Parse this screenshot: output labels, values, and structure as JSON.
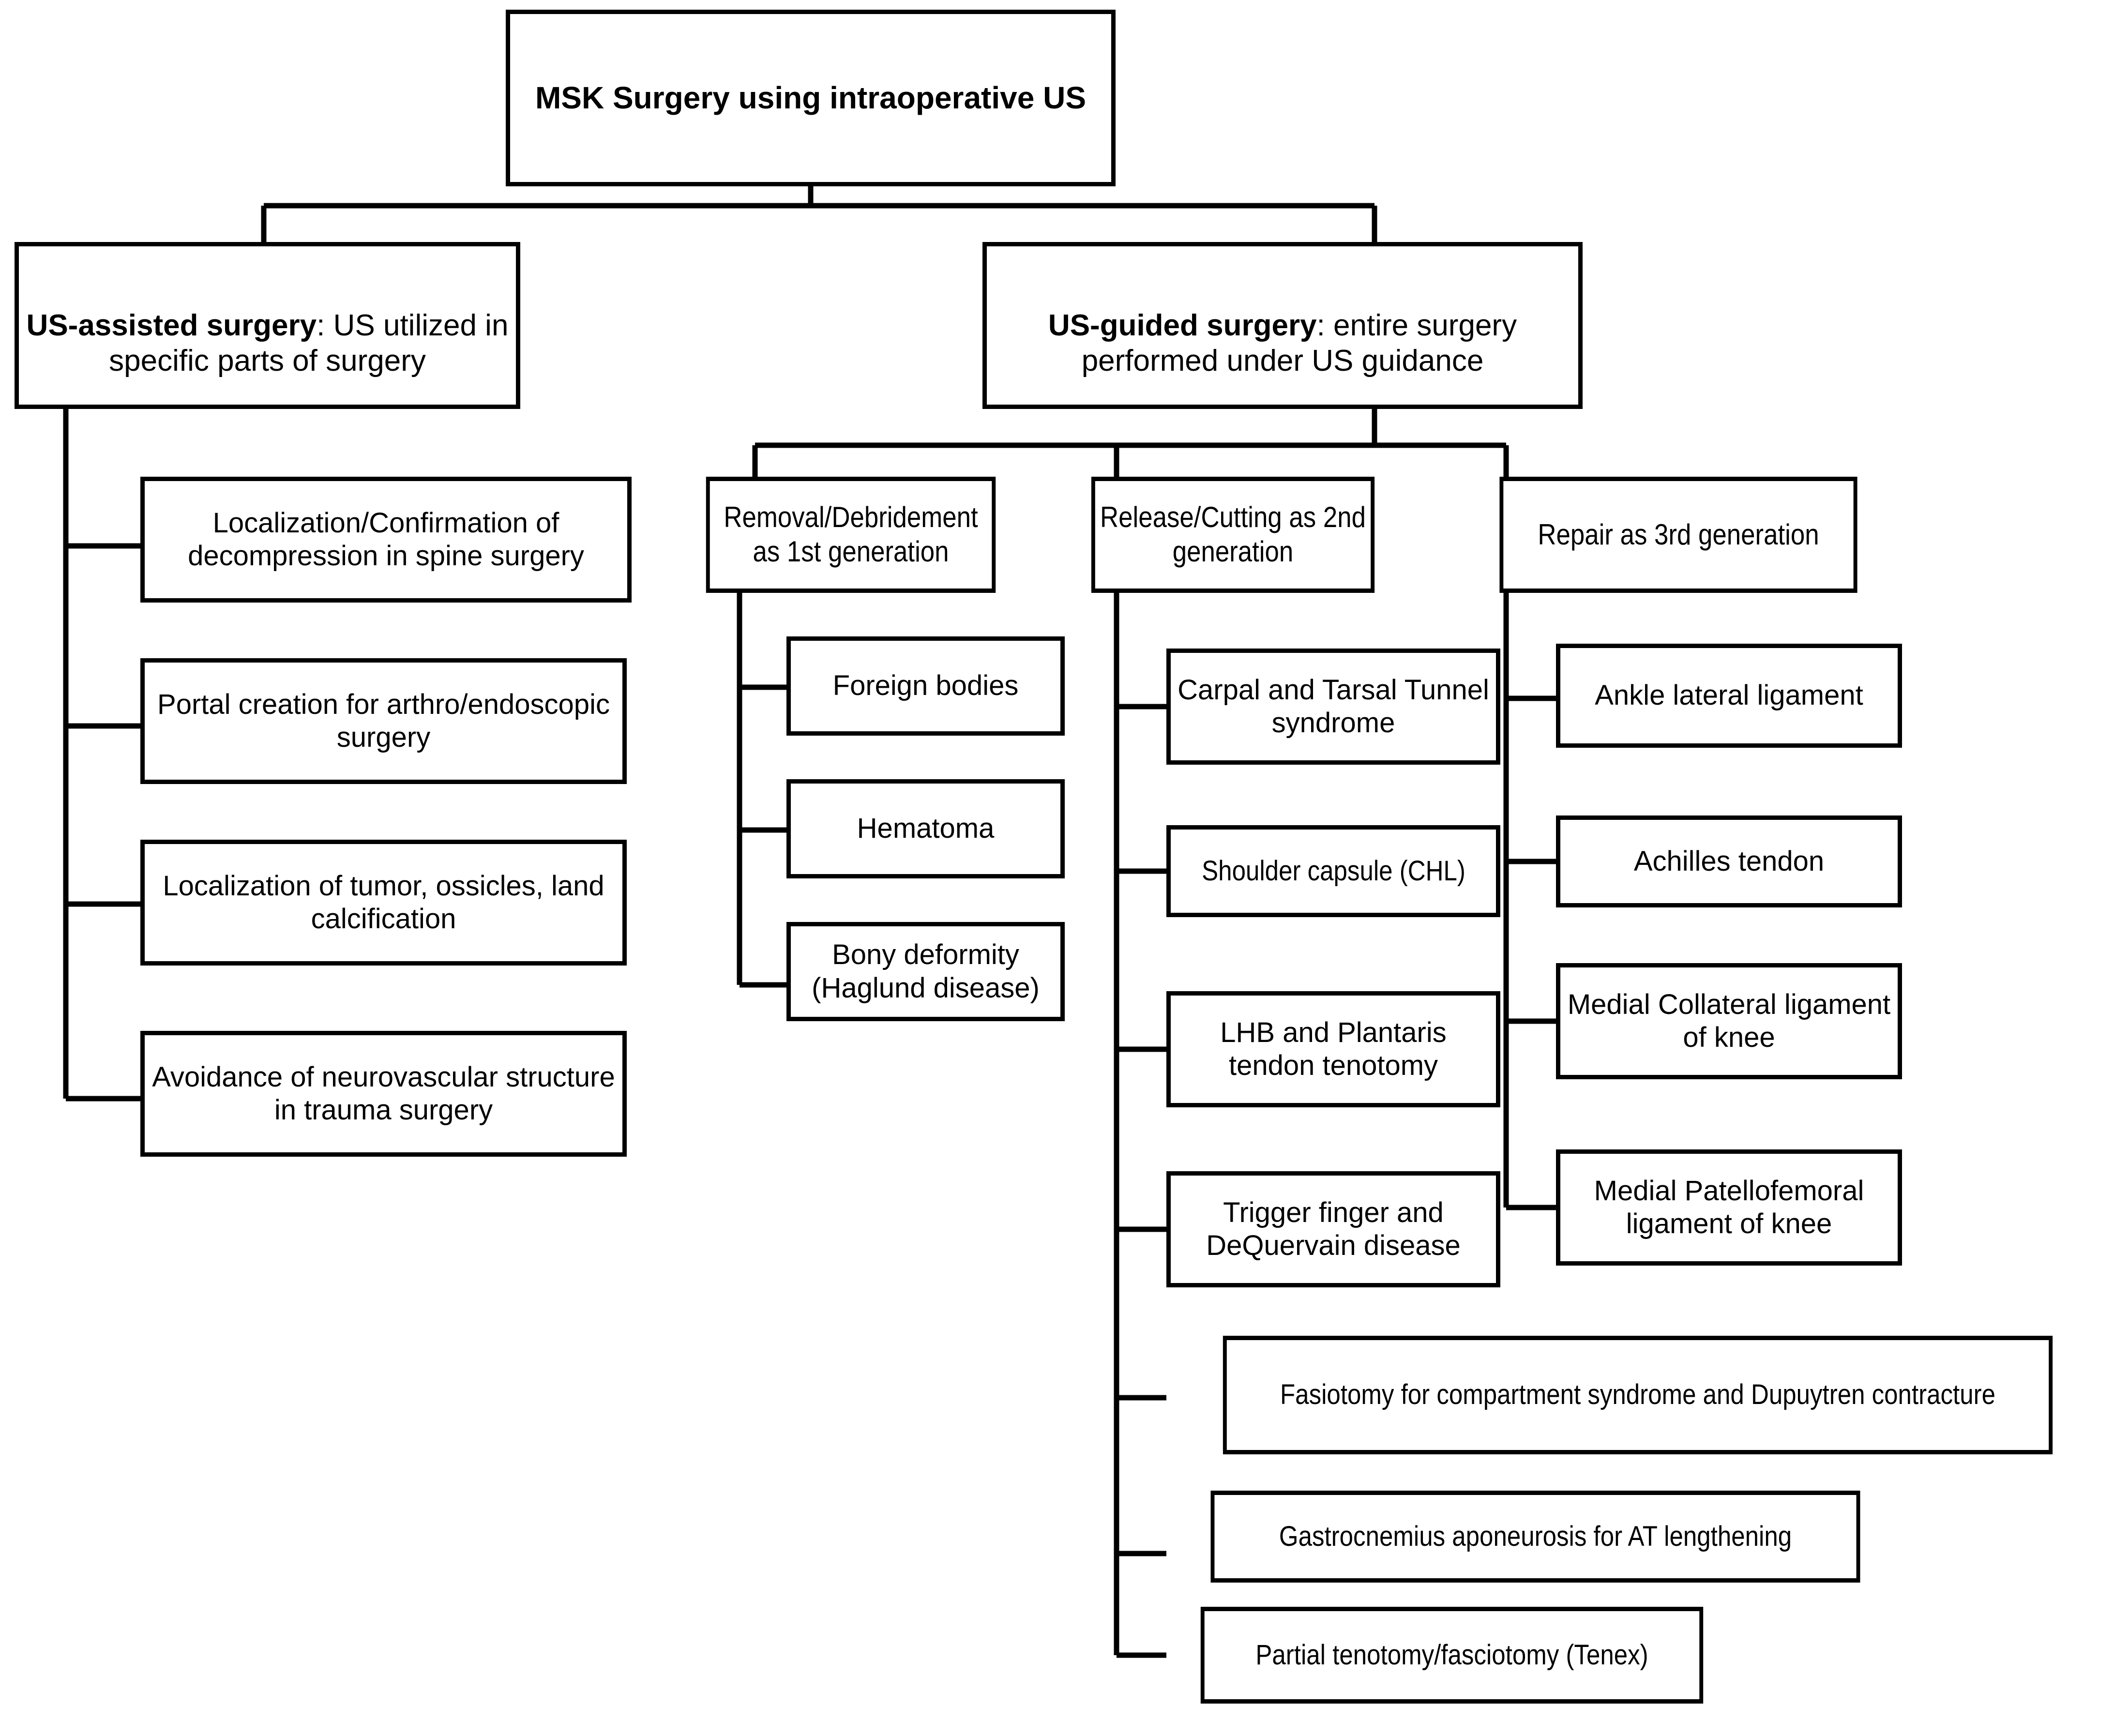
{
  "diagram": {
    "type": "tree-flowchart",
    "title": "MSK Surgery using intraoperative US",
    "root": {
      "label": "MSK Surgery using intraoperative US"
    },
    "branches": [
      {
        "id": "us-assisted",
        "label_bold": "US-assisted surgery",
        "label_rest": ": US utilized in specific parts of surgery",
        "label_full": "US-assisted surgery: US utilized in specific parts of surgery",
        "children": [
          {
            "label": "Localization/Confirmation of decompression in spine surgery"
          },
          {
            "label": "Portal creation for arthro/endoscopic surgery"
          },
          {
            "label": "Localization of tumor, ossicles, land calcification"
          },
          {
            "label": "Avoidance of neurovascular structure in trauma surgery"
          }
        ]
      },
      {
        "id": "us-guided",
        "label_bold": "US-guided surgery",
        "label_rest": ": entire surgery performed under US guidance",
        "label_full": "US-guided surgery: entire surgery performed under US guidance",
        "generations": [
          {
            "id": "gen1",
            "label": "Removal/Debridement as 1st generation",
            "children": [
              {
                "label": "Foreign bodies"
              },
              {
                "label": "Hematoma"
              },
              {
                "label": "Bony deformity (Haglund disease)"
              }
            ]
          },
          {
            "id": "gen2",
            "label": "Release/Cutting as 2nd generation",
            "children": [
              {
                "label": "Carpal and Tarsal Tunnel syndrome"
              },
              {
                "label": "Shoulder capsule (CHL)"
              },
              {
                "label": "LHB and Plantaris tendon tenotomy"
              },
              {
                "label": "Trigger finger and DeQuervain disease"
              },
              {
                "label": "Fasiotomy for compartment syndrome and Dupuytren contracture"
              },
              {
                "label": "Gastrocnemius aponeurosis for AT lengthening"
              },
              {
                "label": "Partial tenotomy/fasciotomy (Tenex)"
              }
            ]
          },
          {
            "id": "gen3",
            "label": "Repair as 3rd generation",
            "children": [
              {
                "label": "Ankle lateral ligament"
              },
              {
                "label": "Achilles tendon"
              },
              {
                "label": "Medial Collateral ligament of knee"
              },
              {
                "label": "Medial Patellofemoral ligament of knee"
              }
            ]
          }
        ]
      }
    ],
    "colors": {
      "line": "#000000",
      "box_fill": "#ffffff",
      "text": "#000000"
    }
  }
}
